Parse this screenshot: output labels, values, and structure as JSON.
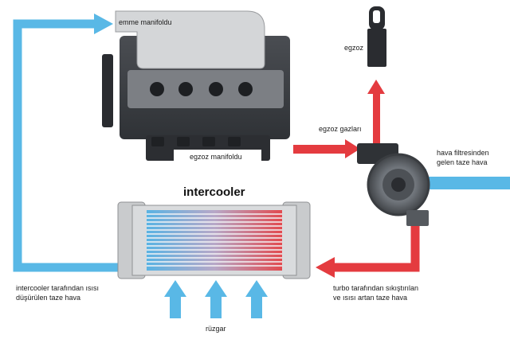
{
  "diagram": {
    "title": "intercooler",
    "labels": {
      "intake_manifold": "emme manifoldu",
      "exhaust_manifold": "egzoz manifoldu",
      "exhaust": "egzoz",
      "exhaust_gases": "egzoz gazları",
      "fresh_air_line1": "hava filtresinden",
      "fresh_air_line2": "gelen taze hava",
      "compressed_air_line1": "turbo tarafından sıkıştırılan",
      "compressed_air_line2": "ve ısısı artan taze hava",
      "cooled_air_line1": "intercooler tarafından ısısı",
      "cooled_air_line2": "düşürülen taze hava",
      "wind": "rüzgar"
    },
    "colors": {
      "cold_air": "#59b8e6",
      "hot_air": "#e43b3f",
      "engine_body": "#3d4045",
      "manifold": "#d4d6d8",
      "intercooler_frame": "#c9cbcd"
    }
  }
}
